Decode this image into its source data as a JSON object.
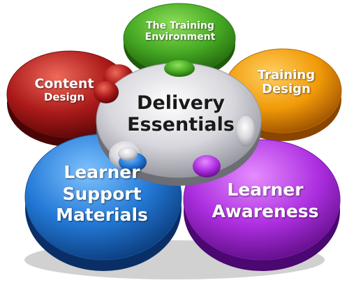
{
  "center": {
    "line1": "Delivery",
    "line2": "Essentials"
  },
  "petals": {
    "training_environment": {
      "line1": "The Training",
      "line2": "Environment",
      "color": "#3f9a1e"
    },
    "training_design": {
      "line1": "Training",
      "line2": "Design",
      "color": "#f08c00"
    },
    "learner_awareness": {
      "line1": "Learner",
      "line2": "Awareness",
      "color": "#a326d6"
    },
    "learner_support_materials": {
      "line1": "Learner",
      "line2": "Support",
      "line3": "Materials",
      "color": "#1f74cf"
    },
    "content_design": {
      "line1": "Content",
      "line2": "Design",
      "color": "#a31618"
    }
  },
  "center_color": "#c9c9cf"
}
